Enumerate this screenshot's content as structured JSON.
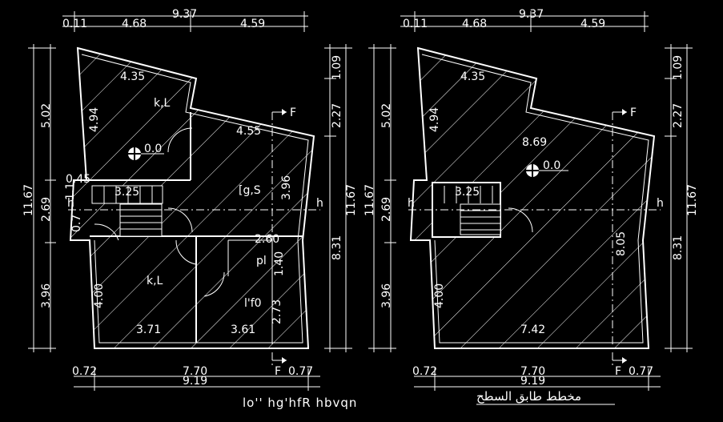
{
  "plans": [
    {
      "top_dims": {
        "overall": "9.37",
        "left_off": "0.11",
        "seg1": "4.68",
        "seg2": "4.59"
      },
      "left_dims": {
        "overall": "11.67",
        "top": "5.02",
        "mid": "2.69",
        "bottom": "3.96"
      },
      "right_dims": {
        "overall": "11.67",
        "top": "1.09",
        "upper": "2.27",
        "lower": "8.31"
      },
      "bottom_dims": {
        "overall": "9.19",
        "left": "0.72",
        "mid": "7.70",
        "right": "0.77"
      },
      "inner_dims": {
        "top_room": "4.35",
        "top_room_side": "4.94",
        "mid_width": "4.55",
        "mid_side": "3.96",
        "stair": "3.25",
        "left_room_side": "4.00",
        "bath_w": "2.60",
        "bath_h": "1.40",
        "bottom_side": "2.73",
        "bottom_left": "3.71",
        "bottom_right": "3.61",
        "small_a": "0.45",
        "small_b": "1.1",
        "small_c": "0.7"
      },
      "room_labels": {
        "top": "k,L",
        "mid": "[g,S",
        "left": "k,L",
        "bath": "pl",
        "right": "l'f0"
      },
      "level": "0.0",
      "section_labels": {
        "f_top": "F",
        "f_bottom": "F",
        "h_left": "h",
        "h_right": "h"
      },
      "title": "lo'' hg'hfR hbvqn"
    },
    {
      "top_dims": {
        "overall": "9.37",
        "left_off": "0.11",
        "seg1": "4.68",
        "seg2": "4.59"
      },
      "left_dims": {
        "overall": "11.67",
        "top": "5.02",
        "mid": "2.69",
        "bottom": "3.96"
      },
      "right_dims": {
        "overall": "11.67",
        "top": "1.09",
        "upper": "2.27",
        "lower": "8.31"
      },
      "bottom_dims": {
        "overall": "9.19",
        "left": "0.72",
        "mid": "7.70",
        "right": "0.77"
      },
      "inner_dims": {
        "top_room": "4.35",
        "top_room_side": "4.94",
        "mid_width": "8.69",
        "stair": "3.25",
        "left_side": "4.00",
        "right_side": "8.05",
        "bottom": "7.42"
      },
      "level": "0.0",
      "section_labels": {
        "f_top": "F",
        "f_bottom": "F",
        "h_left": "h",
        "h_right": "h"
      },
      "title": "مخطط طابق السطح"
    }
  ]
}
